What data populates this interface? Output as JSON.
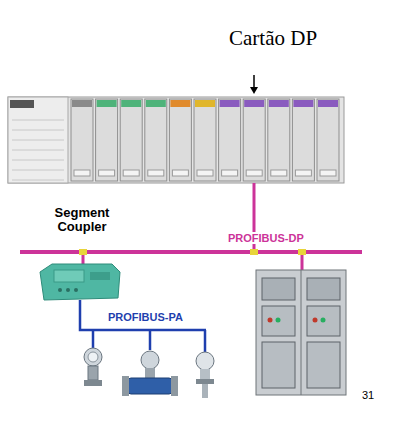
{
  "diagram": {
    "title": "Cartão DP",
    "nodes": [
      {
        "text": [
          "Segment Coupler"
        ]
      }
    ],
    "labels": [
      "PROFIBUS-DP",
      "PROFIBUS-PA",
      "31"
    ]
  }
}
